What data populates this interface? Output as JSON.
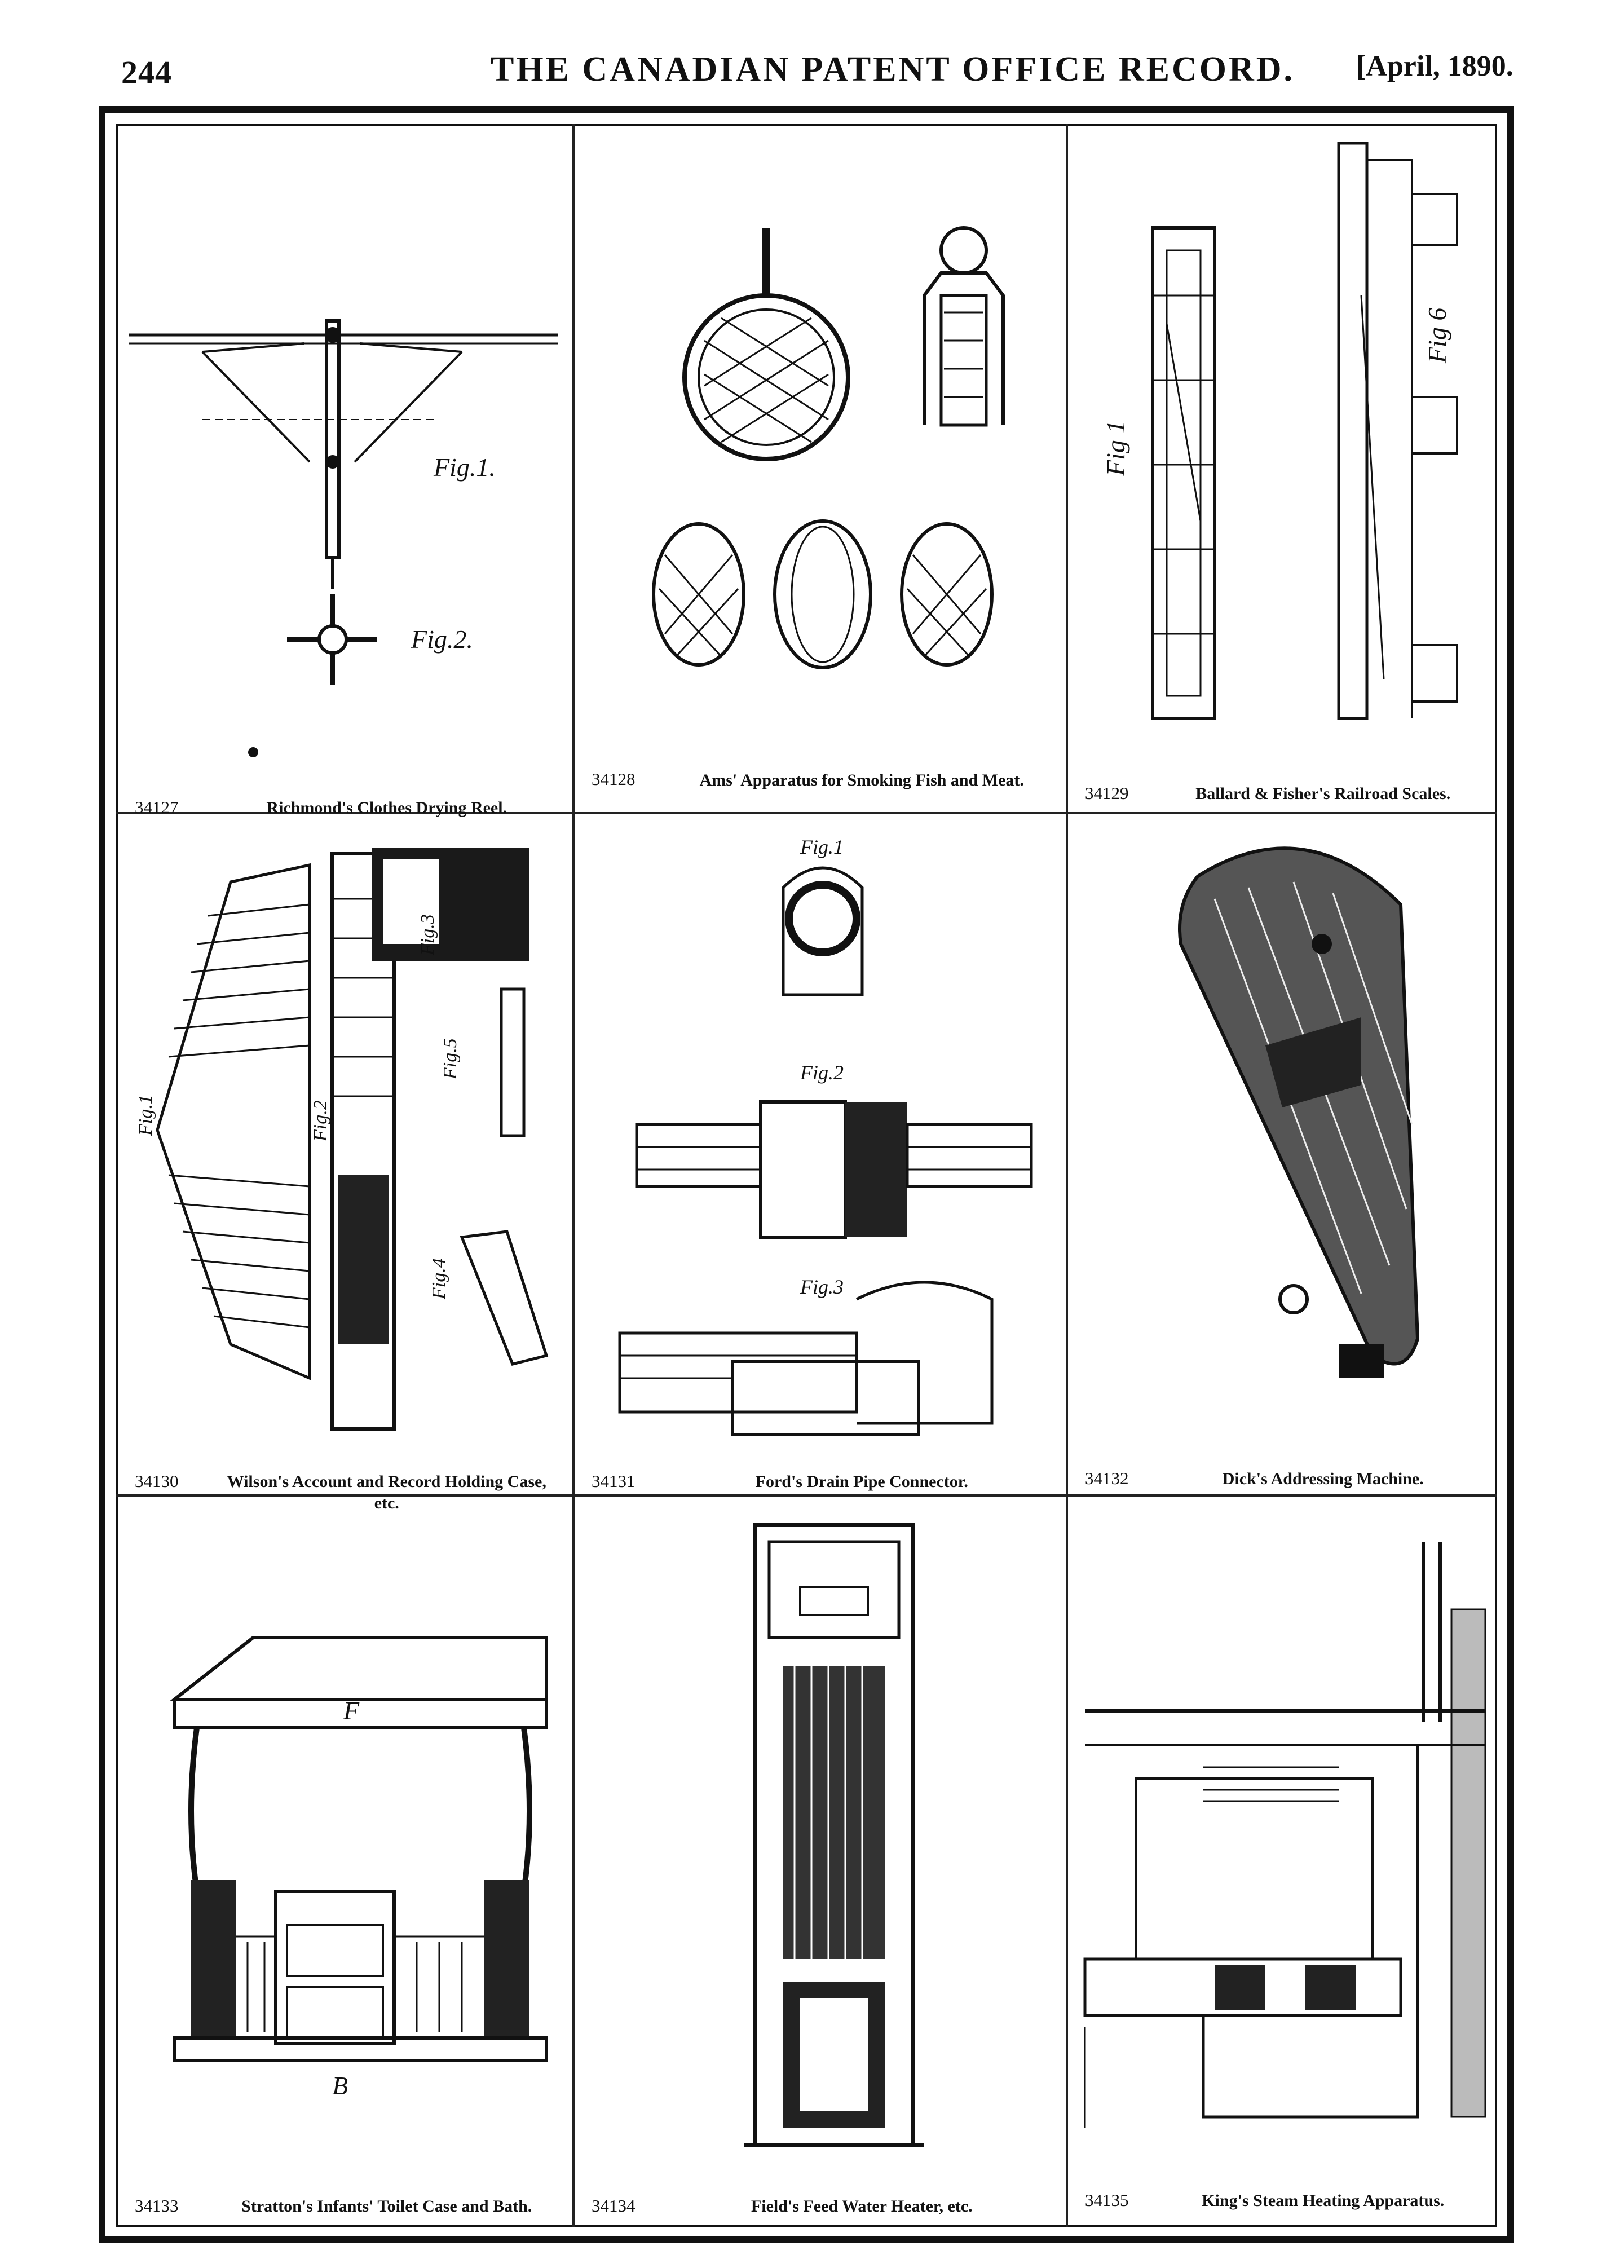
{
  "header": {
    "page_number": "244",
    "title": "THE CANADIAN PATENT OFFICE RECORD.",
    "date": "[April, 1890."
  },
  "patents": [
    {
      "number": "34127",
      "title": "Richmond's Clothes Drying Reel.",
      "figures": [
        "Fig.1.",
        "Fig.2."
      ]
    },
    {
      "number": "34128",
      "title": "Ams' Apparatus for Smoking Fish and Meat.",
      "figures": []
    },
    {
      "number": "34129",
      "title": "Ballard & Fisher's Railroad Scales.",
      "figures": [
        "Fig 1",
        "Fig 6"
      ]
    },
    {
      "number": "34130",
      "title": "Wilson's Account and Record Holding Case, etc.",
      "figures": [
        "Fig.1",
        "Fig.2",
        "Fig.3",
        "Fig.4",
        "Fig.5"
      ]
    },
    {
      "number": "34131",
      "title": "Ford's Drain Pipe Connector.",
      "figures": [
        "Fig.1",
        "Fig.2",
        "Fig.3"
      ]
    },
    {
      "number": "34132",
      "title": "Dick's Addressing Machine.",
      "figures": []
    },
    {
      "number": "34133",
      "title": "Stratton's Infants' Toilet Case and Bath.",
      "figures": []
    },
    {
      "number": "34134",
      "title": "Field's Feed Water Heater, etc.",
      "figures": []
    },
    {
      "number": "34135",
      "title": "King's Steam Heating Apparatus.",
      "figures": []
    }
  ]
}
